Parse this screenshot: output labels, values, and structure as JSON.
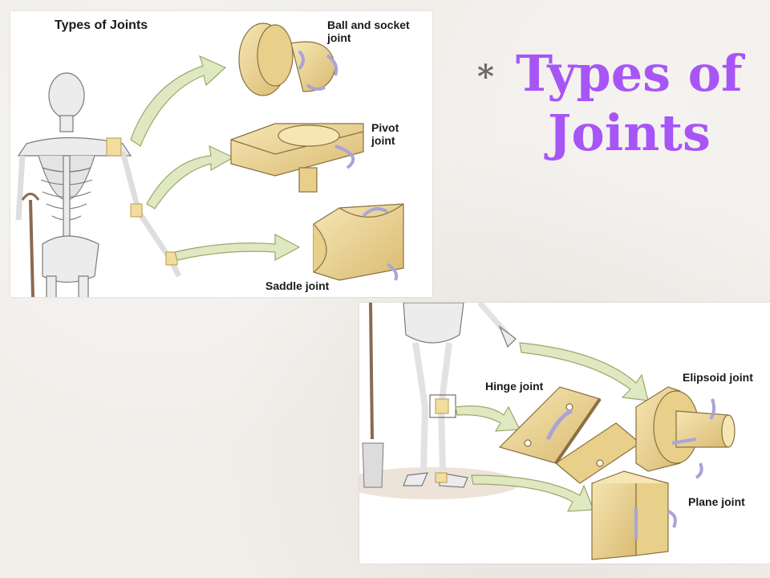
{
  "slide": {
    "bullet": "*",
    "title_line1": "Types of",
    "title_line2": "Joints"
  },
  "figure_top": {
    "heading": "Types of Joints",
    "ball_socket": "Ball and socket\njoint",
    "pivot": "Pivot\njoint",
    "saddle": "Saddle joint"
  },
  "figure_bottom": {
    "hinge": "Hinge joint",
    "ellipsoid": "Elipsoid joint",
    "plane": "Plane joint"
  },
  "colors": {
    "title": "#a855f7",
    "bullet": "#6b6b6b",
    "joint_fill": "#f2dca0",
    "arrow_fill": "#dfe8c0",
    "rotate_arrow": "#a9a4d8",
    "bone": "#ececec"
  }
}
